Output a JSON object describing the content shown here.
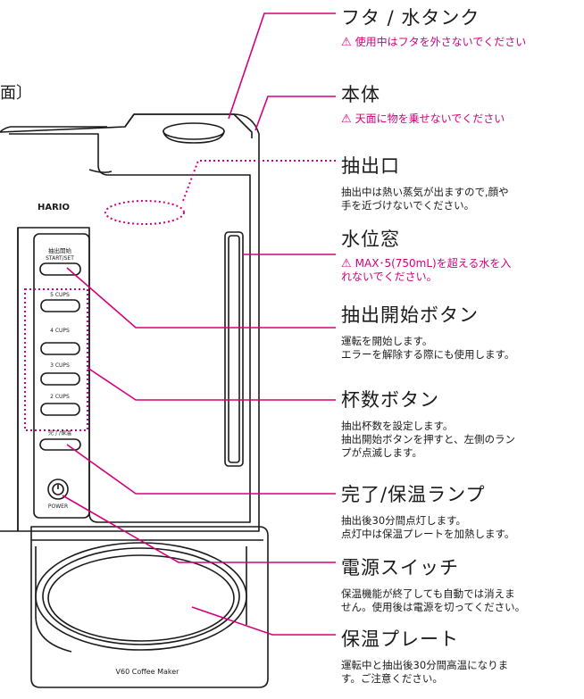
{
  "side_label": "面〕",
  "device": {
    "brand": "HARIO",
    "model": "V60 Coffee Maker",
    "start_label_jp": "抽出開始",
    "start_label_en": "START/SET",
    "cups": [
      "5 CUPS",
      "4 CUPS",
      "3 CUPS",
      "2 CUPS"
    ],
    "keep_warm_label": "完了/保温",
    "power_label": "POWER"
  },
  "parts": [
    {
      "title": "フタ / 水タンク",
      "warning": "使用中はフタを外さないでください",
      "description": ""
    },
    {
      "title": "本体",
      "warning": "天面に物を乗せないでください",
      "description": ""
    },
    {
      "title": "抽出口",
      "warning": "",
      "description": "抽出中は熱い蒸気が出ますので,顔や\n手を近づけないでください。"
    },
    {
      "title": "水位窓",
      "warning": "MAX･5(750mL)を超える水を入\nれないでください。",
      "description": ""
    },
    {
      "title": "抽出開始ボタン",
      "warning": "",
      "description": "運転を開始します。\nエラーを解除する際にも使用します。"
    },
    {
      "title": "杯数ボタン",
      "warning": "",
      "description": "抽出杯数を設定します。\n抽出開始ボタンを押すと、左側のラン\nプが点滅します。"
    },
    {
      "title": "完了/保温ランプ",
      "warning": "",
      "description": "抽出後30分間点灯します。\n点灯中は保温プレートを加熱します。"
    },
    {
      "title": "電源スイッチ",
      "warning": "",
      "description": "保温機能が終了しても自動では消えま\nせん。使用後は電源を切ってください。"
    },
    {
      "title": "保温プレート",
      "warning": "",
      "description": "運転中と抽出後30分間高温になりま\nす。ご注意ください。"
    }
  ],
  "colors": {
    "accent": "#d4007a",
    "line": "#1a1a1a"
  }
}
